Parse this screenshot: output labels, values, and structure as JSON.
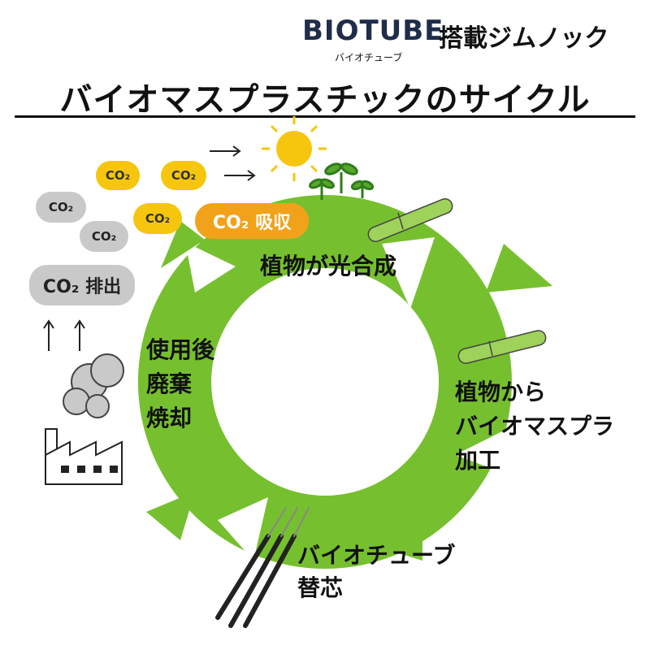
{
  "header": {
    "brand_logo": "BIOTUBE",
    "brand_suffix": "搭載ジムノック",
    "brand_kana": "バイオチューブ",
    "title": "バイオマスプラスチックのサイクル"
  },
  "clouds": {
    "yellow_1": "CO₂",
    "yellow_2": "CO₂",
    "yellow_3": "CO₂",
    "absorb": "CO₂ 吸収",
    "gray_1": "CO₂",
    "gray_2": "CO₂",
    "emit": "CO₂ 排出"
  },
  "steps": {
    "photosynthesis": "植物が光合成",
    "process_line1": "植物から",
    "process_line2": "バイオマスプラ",
    "process_line3": "加工",
    "refill_line1": "バイオチューブ",
    "refill_line2": "替芯",
    "dispose_line1": "使用後",
    "dispose_line2": "廃棄",
    "dispose_line3": "焼却"
  },
  "colors": {
    "cycle_green": "#76c02f",
    "cycle_green_dark": "#5ea825",
    "co2_yellow": "#f6c60e",
    "co2_orange": "#f2a21a",
    "co2_gray": "#c9c9c9",
    "sun": "#f6c60e"
  }
}
